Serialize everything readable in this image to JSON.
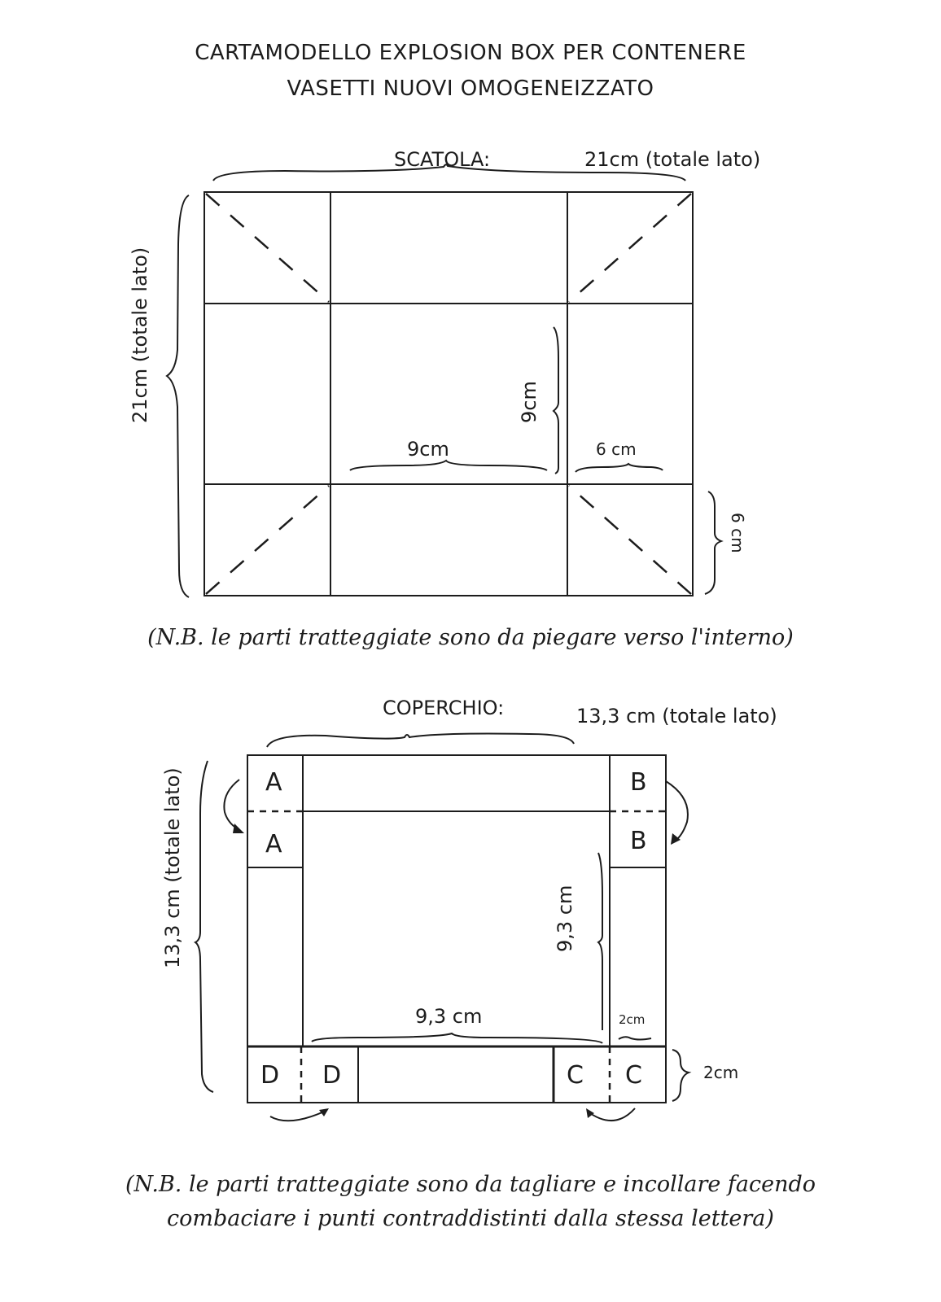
{
  "title": {
    "line1": "CARTAMODELLO EXPLOSION BOX PER CONTENERE",
    "line2": "VASETTI NUOVI OMOGENEIZZATO"
  },
  "scatola": {
    "heading": "SCATOLA:",
    "width_label": "21cm (totale lato)",
    "height_label": "21cm (totale lato)",
    "center_width": "9cm",
    "center_height": "9cm",
    "flap_width": "6 cm",
    "flap_height": "6 cm",
    "note": "(N.B. le parti tratteggiate sono da piegare verso l'interno)"
  },
  "coperchio": {
    "heading": "COPERCHIO:",
    "width_label": "13,3 cm (totale lato)",
    "height_label": "13,3 cm (totale lato)",
    "center_width": "9,3 cm",
    "center_height": "9,3 cm",
    "flap_width": "2cm",
    "flap_height": "2cm",
    "letters": {
      "a_top": "A",
      "a_bottom": "A",
      "b_top": "B",
      "b_bottom": "B",
      "d_left": "D",
      "d_right": "D",
      "c_left": "C",
      "c_right": "C"
    },
    "note_line1": "(N.B. le parti tratteggiate sono da tagliare e incollare facendo",
    "note_line2": "combaciare i punti contraddistinti dalla stessa lettera)"
  },
  "colors": {
    "ink": "#1c1c1c",
    "paper": "#ffffff"
  }
}
